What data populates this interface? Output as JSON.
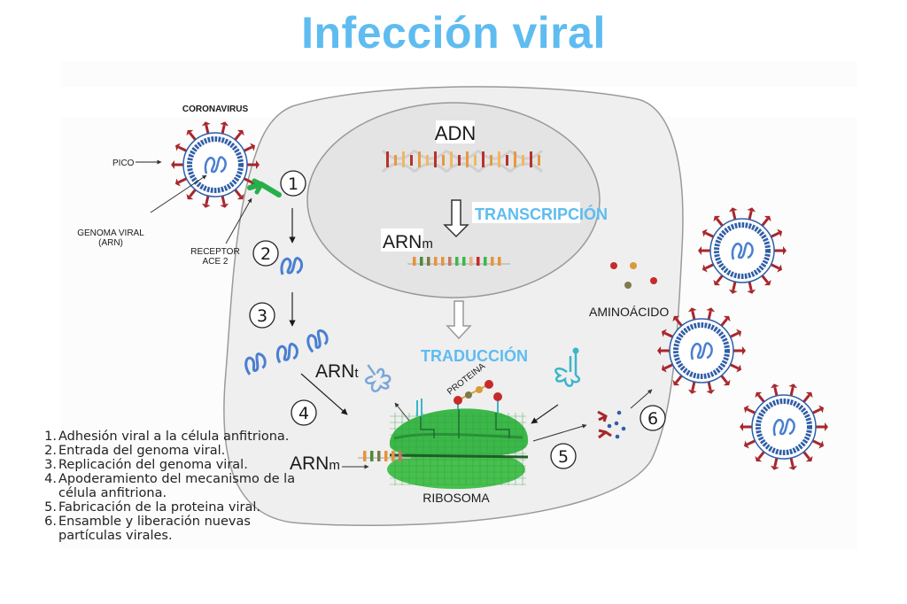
{
  "title": "Infección viral",
  "labels": {
    "coronavirus": "CORONAVIRUS",
    "pico": "PICO",
    "genoma_viral": "GENOMA VIRAL",
    "genoma_viral_sub": "(ARN)",
    "receptor": "RECEPTOR",
    "receptor_sub": "ACE 2",
    "adn": "ADN",
    "transcripcion": "TRANSCRIPCIÓN",
    "arnm_top": "ARN",
    "arnm_top_sub": "m",
    "traduccion": "TRADUCCIÓN",
    "arnt": "ARN",
    "arnt_sub": "t",
    "proteina": "PROTEINA",
    "arnm_bottom": "ARN",
    "arnm_bottom_sub": "m",
    "ribosoma": "RIBOSOMA",
    "aminoacido": "AMINOÁCIDO"
  },
  "steps": [
    "1",
    "2",
    "3",
    "4",
    "5",
    "6"
  ],
  "legend": [
    {
      "num": "1.",
      "text": "Adhesión viral a la célula anfitriona."
    },
    {
      "num": "2.",
      "text": "Entrada del genoma viral."
    },
    {
      "num": "3.",
      "text": "Replicación del genoma viral."
    },
    {
      "num": "4.",
      "text": "Apoderamiento del mecanismo de la célula anfitriona."
    },
    {
      "num": "5.",
      "text": "Fabricación de la proteina viral."
    },
    {
      "num": "6.",
      "text": "Ensamble y liberación nuevas partículas virales."
    }
  ],
  "colors": {
    "title": "#5ebcf0",
    "spike": "#a8262b",
    "capsid": "#2f5ea8",
    "rna": "#4a7fd0",
    "receptor": "#27b04a",
    "ribosome": "#3cb84a",
    "trna": "#3bb6c8",
    "cell": "#efefef"
  }
}
